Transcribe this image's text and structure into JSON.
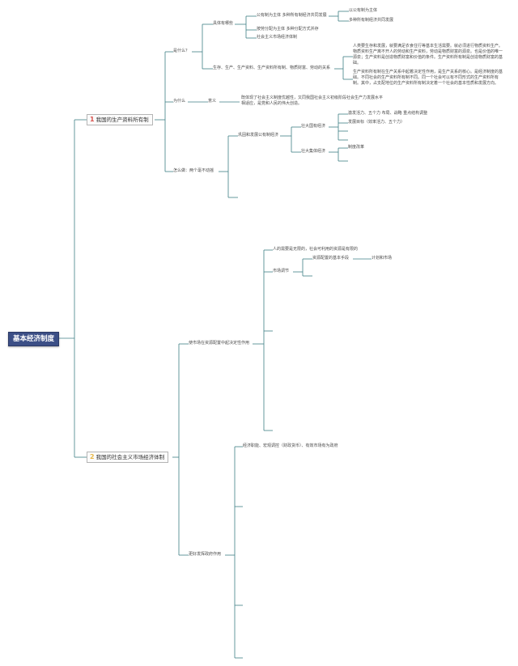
{
  "root": {
    "label": "基本经济制度"
  },
  "sections": [
    {
      "number": "1",
      "number_color": "#d9534f",
      "label": "我国的生产资料所有制",
      "what": {
        "label": "是什么？",
        "specific": {
          "label": "具体有哪些",
          "main_label": "公有制为主体 多种所有制经济共同发展",
          "main_children": [
            "以公有制为主体",
            "多种所有制经济共同发展"
          ],
          "others": [
            "按劳分配为主体 多种分配方式并存",
            "社会主义市场经济体制"
          ]
        },
        "relation": {
          "label": "生存、生产、生产资料、生产资料所有制、物质财富、劳动的关系",
          "texts": [
            "人类要生存和发展，就要满足衣食住行等基本生活需要。就必须进行物质资料生产。物质资料生产离不开人的劳动和生产资料，劳动是物质财富的源泉。也是价值的唯一源泉；生产资料是创造物质财富和价值的条件。生产资料所有制是创造物质财富的基础。",
            "生产资料所有制在生产关系中起着决定性作用，是生产关系的核心。是经济制度的基础。不同社会的生产资料所有制不同。同一个社会可以有不同形式的生产资料所有制。其中，占支配地位的生产资料所有制决定着一个社会的基本性质和发展方向。"
          ]
        }
      },
      "why": {
        "label": "为什么",
        "meaning_label": "意义",
        "meaning_text": "既体现了社会主义制度优越性，又同我国社会主义初级阶段社会生产力发展水平相适应，是党和人民的伟大创造。"
      },
      "how": {
        "label": "怎么做：两个毫不动摇",
        "consolidate": {
          "label": "巩固和发展公有制经济",
          "state": {
            "label": "壮大国有经济",
            "items": [
              "激发活力、五个力 布局、战略 重点结构调整",
              "发展目标（效率活力、五个力）"
            ]
          },
          "collective": {
            "label": "壮大集体经济",
            "items": [
              "制度改革"
            ]
          }
        }
      }
    },
    {
      "number": "2",
      "number_color": "#e8b84a",
      "label": "我国的社会主义市场经济体制",
      "market": {
        "label": "使市场在资源配置中起决定性作用",
        "need_text": "人的需要是无限的，社会可利用的资源是有限的",
        "regulation": {
          "label": "市场调节",
          "means_label": "资源配置的基本手段",
          "means_child": "计划和市场"
        }
      },
      "government": {
        "label": "更好发挥政府作用",
        "items": [
          "经济职能、宏观调控（财政货币）、有效市场有为政府"
        ]
      }
    }
  ]
}
